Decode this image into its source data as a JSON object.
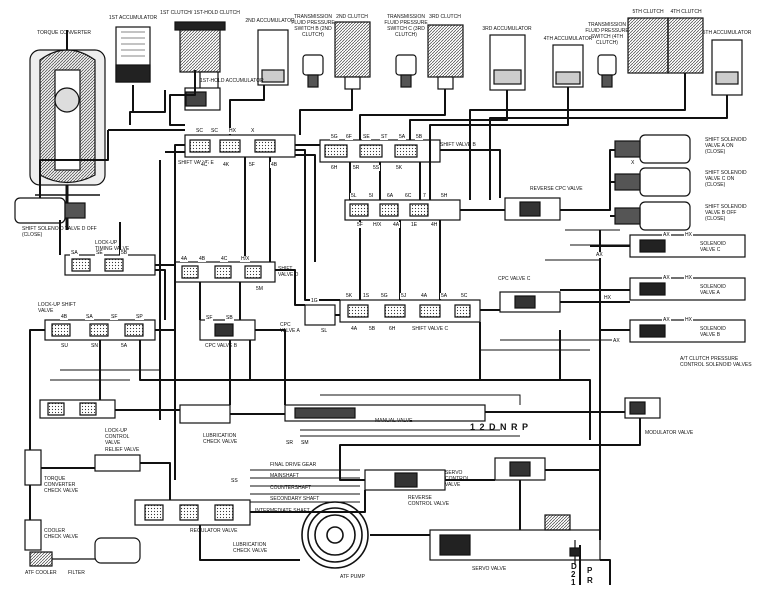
{
  "labels": {
    "torque_converter": "TORQUE CONVERTER",
    "first_accumulator": "1ST ACCUMULATOR",
    "first_clutch_hold": "1ST CLUTCH/ 1ST-HOLD CLUTCH",
    "first_hold_accumulator": "1ST-HOLD ACCUMULATOR",
    "second_accumulator": "2ND ACCUMULATOR",
    "tfp_switch_2nd": "TRANSMISSION FLUID PRESSURE SWITCH B (2ND CLUTCH)",
    "second_clutch": "2ND CLUTCH",
    "tfp_switch_3rd": "TRANSMISSION FLUID PRESSURE SWITCH C (3RD CLUTCH)",
    "third_clutch": "3RD CLUTCH",
    "third_accumulator": "3RD ACCUMULATOR",
    "fourth_accumulator": "4TH ACCUMULATOR",
    "tfp_switch_4th": "TRANSMISSION FLUID PRESSURE SWITCH (4TH CLUTCH)",
    "fifth_clutch": "5TH CLUTCH",
    "fourth_clutch": "4TH CLUTCH",
    "fifth_accumulator": "5TH ACCUMULATOR",
    "shift_solenoid_d": "SHIFT SOLENOID VALVE D OFF (CLOSE)",
    "shift_valve_e": "SHIFT VALVE E",
    "shift_valve_b": "SHIFT VALVE B",
    "reverse_cpc_valve": "REVERSE CPC VALVE",
    "shift_solenoid_a": "SHIFT SOLENOID VALVE A ON (CLOSE)",
    "shift_solenoid_c": "SHIFT SOLENOID VALVE C ON (CLOSE)",
    "shift_solenoid_b": "SHIFT SOLENOID VALVE B OFF (CLOSE)",
    "lockup_timing_valve": "LOCK-UP TIMING VALVE",
    "shift_valve_d": "SHIFT VALVE D",
    "cpc_valve_a": "CPC VALVE A",
    "cpc_valve_b": "CPC VALVE B",
    "cpc_valve_c": "CPC VALVE C",
    "lockup_shift_valve": "LOCK-UP SHIFT VALVE",
    "shift_valve_c": "SHIFT VALVE C",
    "solenoid_valve_c": "SOLENOID VALVE C",
    "solenoid_valve_a": "SOLENOID VALVE A",
    "solenoid_valve_b": "SOLENOID VALVE B",
    "at_clutch_solenoid": "A/T CLUTCH PRESSURE CONTROL SOLENOID VALVES",
    "lockup_control_valve": "LOCK-UP CONTROL VALVE",
    "lubrication_check_valve_1": "LUBRICATION CHECK VALVE",
    "manual_valve": "MANUAL VALVE",
    "modulator_valve": "MODULATOR VALVE",
    "relief_valve": "RELIEF VALVE",
    "torque_converter_check_valve": "TORQUE CONVERTER CHECK VALVE",
    "final_drive_gear": "FINAL DRIVE GEAR",
    "mainshaft": "MAINSHAFT",
    "countershaft": "COUNTERSHAFT",
    "secondary_shaft": "SECONDARY SHAFT",
    "intermediate_shaft": "INTERMEDIATE SHAFT",
    "servo_control_valve": "SERVO CONTROL VALVE",
    "reverse_control_valve": "REVERSE CONTROL VALVE",
    "cooler_check_valve": "COOLER CHECK VALVE",
    "regulator_valve": "REGULATOR VALVE",
    "lubrication_check_valve_2": "LUBRICATION CHECK VALVE",
    "atf_cooler": "ATF COOLER",
    "filter": "FILTER",
    "atf_pump": "ATF PUMP",
    "servo_valve": "SERVO VALVE",
    "gear_positions": "1 2 D N R  P",
    "manual_d": "D",
    "manual_2": "2",
    "manual_1": "1",
    "manual_p": "P",
    "manual_r": "R"
  },
  "port_tags": [
    "SC",
    "SC",
    "HX",
    "X",
    "4C",
    "4K",
    "5F",
    "4B",
    "5G",
    "6F",
    "SE",
    "ST",
    "5A",
    "5B",
    "6H",
    "5R",
    "5S",
    "5K",
    "5L",
    "5I",
    "6A",
    "6C",
    "7",
    "5H",
    "5F",
    "H/X",
    "4A",
    "1E",
    "4H",
    "4A",
    "4B",
    "4C",
    "H/X",
    "5M",
    "5K",
    "1S",
    "5G",
    "5J",
    "4A",
    "5A",
    "5C",
    "4A",
    "5B",
    "6H",
    "SA",
    "SE",
    "5B",
    "4B",
    "SA",
    "SF",
    "SP",
    "SU",
    "SN",
    "5A",
    "SF",
    "SB",
    "1G",
    "SL",
    "SS",
    "SR",
    "SM",
    "X",
    "AX",
    "HX",
    "AX",
    "HX",
    "AX",
    "HX",
    "AX",
    "HX",
    "AX"
  ],
  "colors": {
    "ink": "#111111",
    "paper": "#ffffff",
    "fill": "#2a2a2a",
    "hatch": "#555555"
  }
}
